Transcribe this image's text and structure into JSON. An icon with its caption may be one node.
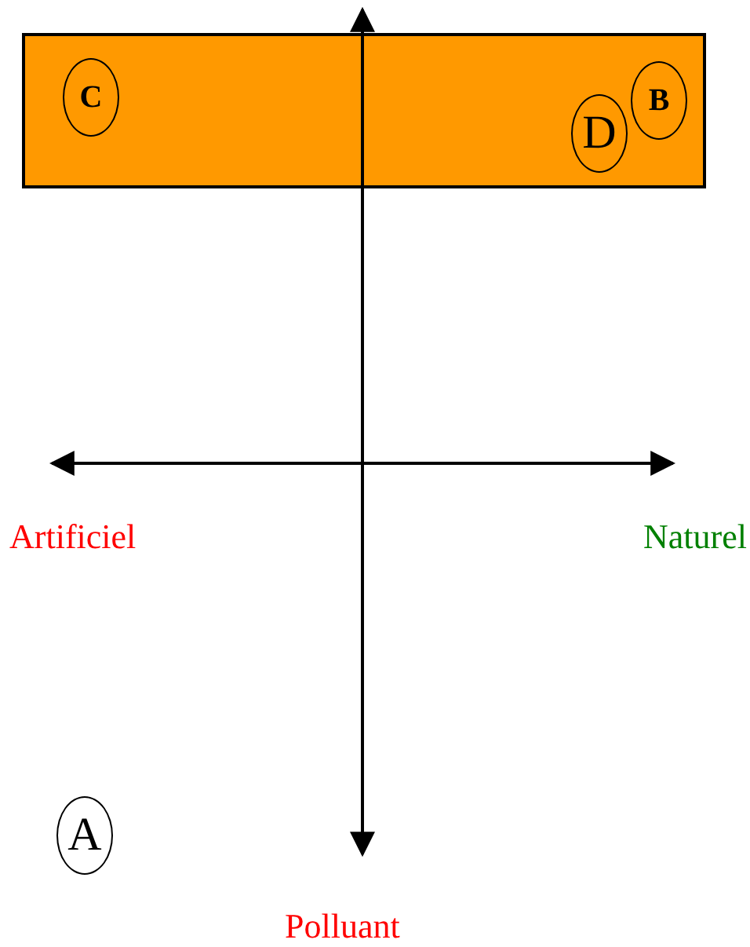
{
  "diagram": {
    "nodes": [
      {
        "text": [],
        "shape": "box"
      },
      {
        "text": [
          "C"
        ],
        "in": 0
      },
      {
        "text": [
          "B"
        ],
        "in": 0
      },
      {
        "text": [
          "D"
        ],
        "in": 0
      },
      {
        "text": [
          "A"
        ]
      }
    ],
    "labels": [
      "Artificiel",
      "Naturel",
      "Polluant"
    ]
  }
}
